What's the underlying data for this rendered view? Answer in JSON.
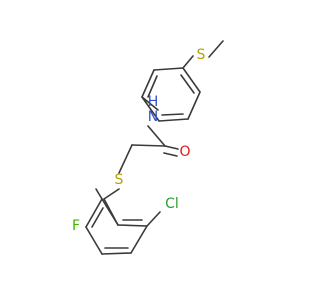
{
  "molecule": {
    "atoms": {
      "s_methylthio": {
        "label": "S",
        "color": "#b5a300"
      },
      "n_amide": {
        "label": "N",
        "color": "#2f50c8"
      },
      "h_amide": {
        "label": "H",
        "color": "#2f50c8"
      },
      "o_carbonyl": {
        "label": "O",
        "color": "#e01818"
      },
      "s_thioether": {
        "label": "S",
        "color": "#b5a300"
      },
      "f_fluoro": {
        "label": "F",
        "color": "#43b000"
      },
      "cl_chloro": {
        "label": "Cl",
        "color": "#2aa12a"
      }
    },
    "bond_color": "#3a3a3a"
  }
}
